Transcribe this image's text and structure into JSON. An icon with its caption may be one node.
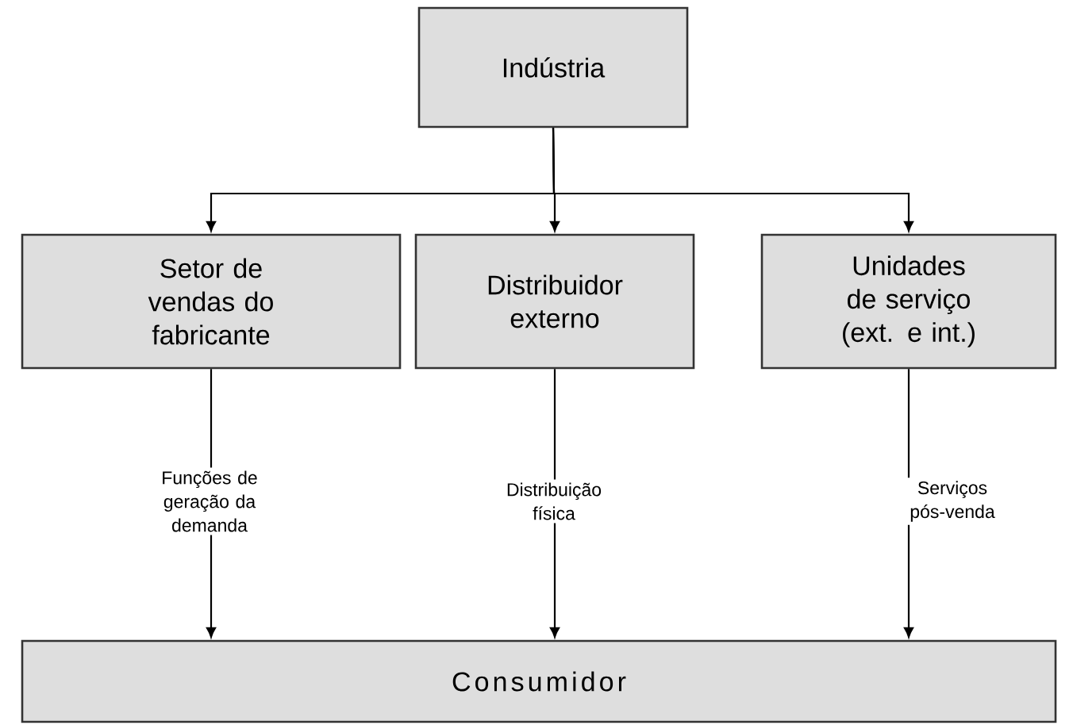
{
  "diagram": {
    "nodes": [
      {
        "text": [
          "Indústria"
        ]
      },
      {
        "text": [
          "Setor de vendas do fabricante"
        ]
      },
      {
        "text": [
          "Distribuidor externo"
        ]
      },
      {
        "text": [
          "Unidades de serviço (ext. e int.)"
        ]
      },
      {
        "text": [
          "Consumidor"
        ]
      }
    ],
    "edges": [
      {
        "from": 0,
        "to": 1,
        "arrow": "to"
      },
      {
        "from": 0,
        "to": 2,
        "arrow": "to"
      },
      {
        "from": 0,
        "to": 3,
        "arrow": "to"
      },
      {
        "from": 1,
        "to": 4,
        "arrow": "to",
        "label": "Funções de geração da demanda"
      },
      {
        "from": 2,
        "to": 4,
        "arrow": "to",
        "label": "Distribuição física"
      },
      {
        "from": 3,
        "to": 4,
        "arrow": "to",
        "label": "Serviços pós-venda"
      }
    ]
  }
}
